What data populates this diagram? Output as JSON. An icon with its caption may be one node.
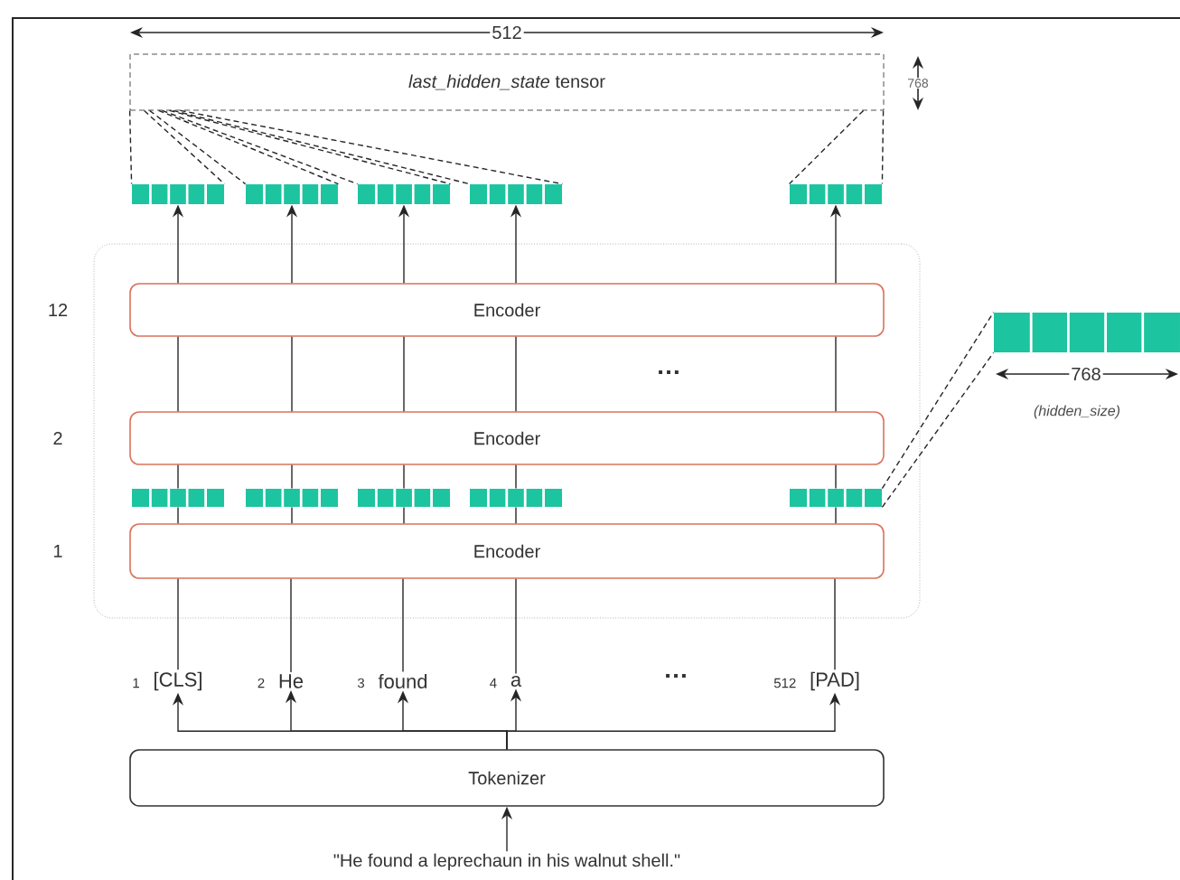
{
  "diagram": {
    "nodes": [
      {
        "text": [
          "*last_hidden_state* tensor"
        ]
      },
      {
        "text": [],
        "shape": "bar"
      },
      {
        "text": [],
        "shape": "bar"
      },
      {
        "text": [],
        "shape": "bar"
      },
      {
        "text": [],
        "shape": "bar"
      },
      {
        "text": [],
        "shape": "bar"
      },
      {
        "text": [],
        "shape": "box"
      },
      {
        "text": [
          "Encoder"
        ],
        "beside": [
          "12"
        ],
        "in": 6
      },
      {
        "text": [
          "Encoder"
        ],
        "beside": [
          "2"
        ],
        "in": 6
      },
      {
        "text": [],
        "shape": "bar",
        "in": 6
      },
      {
        "text": [],
        "shape": "bar",
        "in": 6
      },
      {
        "text": [],
        "shape": "bar",
        "in": 6
      },
      {
        "text": [],
        "shape": "bar",
        "in": 6
      },
      {
        "text": [],
        "shape": "bar",
        "in": 6
      },
      {
        "text": [
          "Encoder"
        ],
        "beside": [
          "1"
        ],
        "in": 6
      },
      {
        "text": [
          "[CLS]"
        ],
        "beside": [
          "1"
        ]
      },
      {
        "text": [
          "He"
        ],
        "beside": [
          "2"
        ]
      },
      {
        "text": [
          "found"
        ],
        "beside": [
          "3"
        ]
      },
      {
        "text": [
          "a"
        ],
        "beside": [
          "4"
        ]
      },
      {
        "text": [
          "[PAD]"
        ],
        "beside": [
          "512"
        ]
      },
      {
        "text": [
          "Tokenizer"
        ]
      },
      {
        "text": [
          "\"He found a leprechaun in his walnut shell.\""
        ]
      },
      {
        "text": [],
        "shape": "bar"
      }
    ],
    "edges": [
      {
        "from": 21,
        "to": 20,
        "arrow": "to"
      },
      {
        "from": 20,
        "to": 15,
        "arrow": "to"
      },
      {
        "from": 20,
        "to": 16,
        "arrow": "to"
      },
      {
        "from": 20,
        "to": 17,
        "arrow": "to"
      },
      {
        "from": 20,
        "to": 18,
        "arrow": "to"
      },
      {
        "from": 20,
        "to": 19,
        "arrow": "to"
      },
      {
        "from": 15,
        "to": 14,
        "arrow": "none"
      },
      {
        "from": 16,
        "to": 14,
        "arrow": "none"
      },
      {
        "from": 17,
        "to": 14,
        "arrow": "none"
      },
      {
        "from": 18,
        "to": 14,
        "arrow": "none"
      },
      {
        "from": 19,
        "to": 14,
        "arrow": "none"
      },
      {
        "from": 14,
        "to": 9,
        "arrow": "none"
      },
      {
        "from": 14,
        "to": 10,
        "arrow": "none"
      },
      {
        "from": 14,
        "to": 11,
        "arrow": "none"
      },
      {
        "from": 14,
        "to": 12,
        "arrow": "none"
      },
      {
        "from": 14,
        "to": 13,
        "arrow": "none"
      },
      {
        "from": 9,
        "to": 8,
        "arrow": "none"
      },
      {
        "from": 10,
        "to": 8,
        "arrow": "none"
      },
      {
        "from": 11,
        "to": 8,
        "arrow": "none"
      },
      {
        "from": 12,
        "to": 8,
        "arrow": "none"
      },
      {
        "from": 13,
        "to": 8,
        "arrow": "none"
      },
      {
        "from": 8,
        "to": 7,
        "arrow": "none"
      },
      {
        "from": 8,
        "to": 7,
        "arrow": "none"
      },
      {
        "from": 8,
        "to": 7,
        "arrow": "none"
      },
      {
        "from": 8,
        "to": 7,
        "arrow": "none"
      },
      {
        "from": 8,
        "to": 7,
        "arrow": "none"
      },
      {
        "from": 7,
        "to": 1,
        "arrow": "to"
      },
      {
        "from": 7,
        "to": 2,
        "arrow": "to"
      },
      {
        "from": 7,
        "to": 3,
        "arrow": "to"
      },
      {
        "from": 7,
        "to": 4,
        "arrow": "to"
      },
      {
        "from": 7,
        "to": 5,
        "arrow": "to"
      },
      {
        "from": 0,
        "to": 1,
        "arrow": "none",
        "style": "dashed"
      },
      {
        "from": 0,
        "to": 1,
        "arrow": "none",
        "style": "dashed"
      },
      {
        "from": 0,
        "to": 2,
        "arrow": "none",
        "style": "dashed"
      },
      {
        "from": 0,
        "to": 2,
        "arrow": "none",
        "style": "dashed"
      },
      {
        "from": 0,
        "to": 3,
        "arrow": "none",
        "style": "dashed"
      },
      {
        "from": 0,
        "to": 3,
        "arrow": "none",
        "style": "dashed"
      },
      {
        "from": 0,
        "to": 4,
        "arrow": "none",
        "style": "dashed"
      },
      {
        "from": 0,
        "to": 4,
        "arrow": "none",
        "style": "dashed"
      },
      {
        "from": 0,
        "to": 5,
        "arrow": "none",
        "style": "dashed"
      },
      {
        "from": 0,
        "to": 5,
        "arrow": "none",
        "style": "dashed"
      },
      {
        "from": 13,
        "to": 22,
        "arrow": "none",
        "style": "dashed"
      },
      {
        "from": 13,
        "to": 22,
        "arrow": "none",
        "style": "dashed"
      }
    ],
    "labels": [
      "512",
      "768",
      "768",
      "(hidden_size)",
      "…",
      "…"
    ]
  }
}
